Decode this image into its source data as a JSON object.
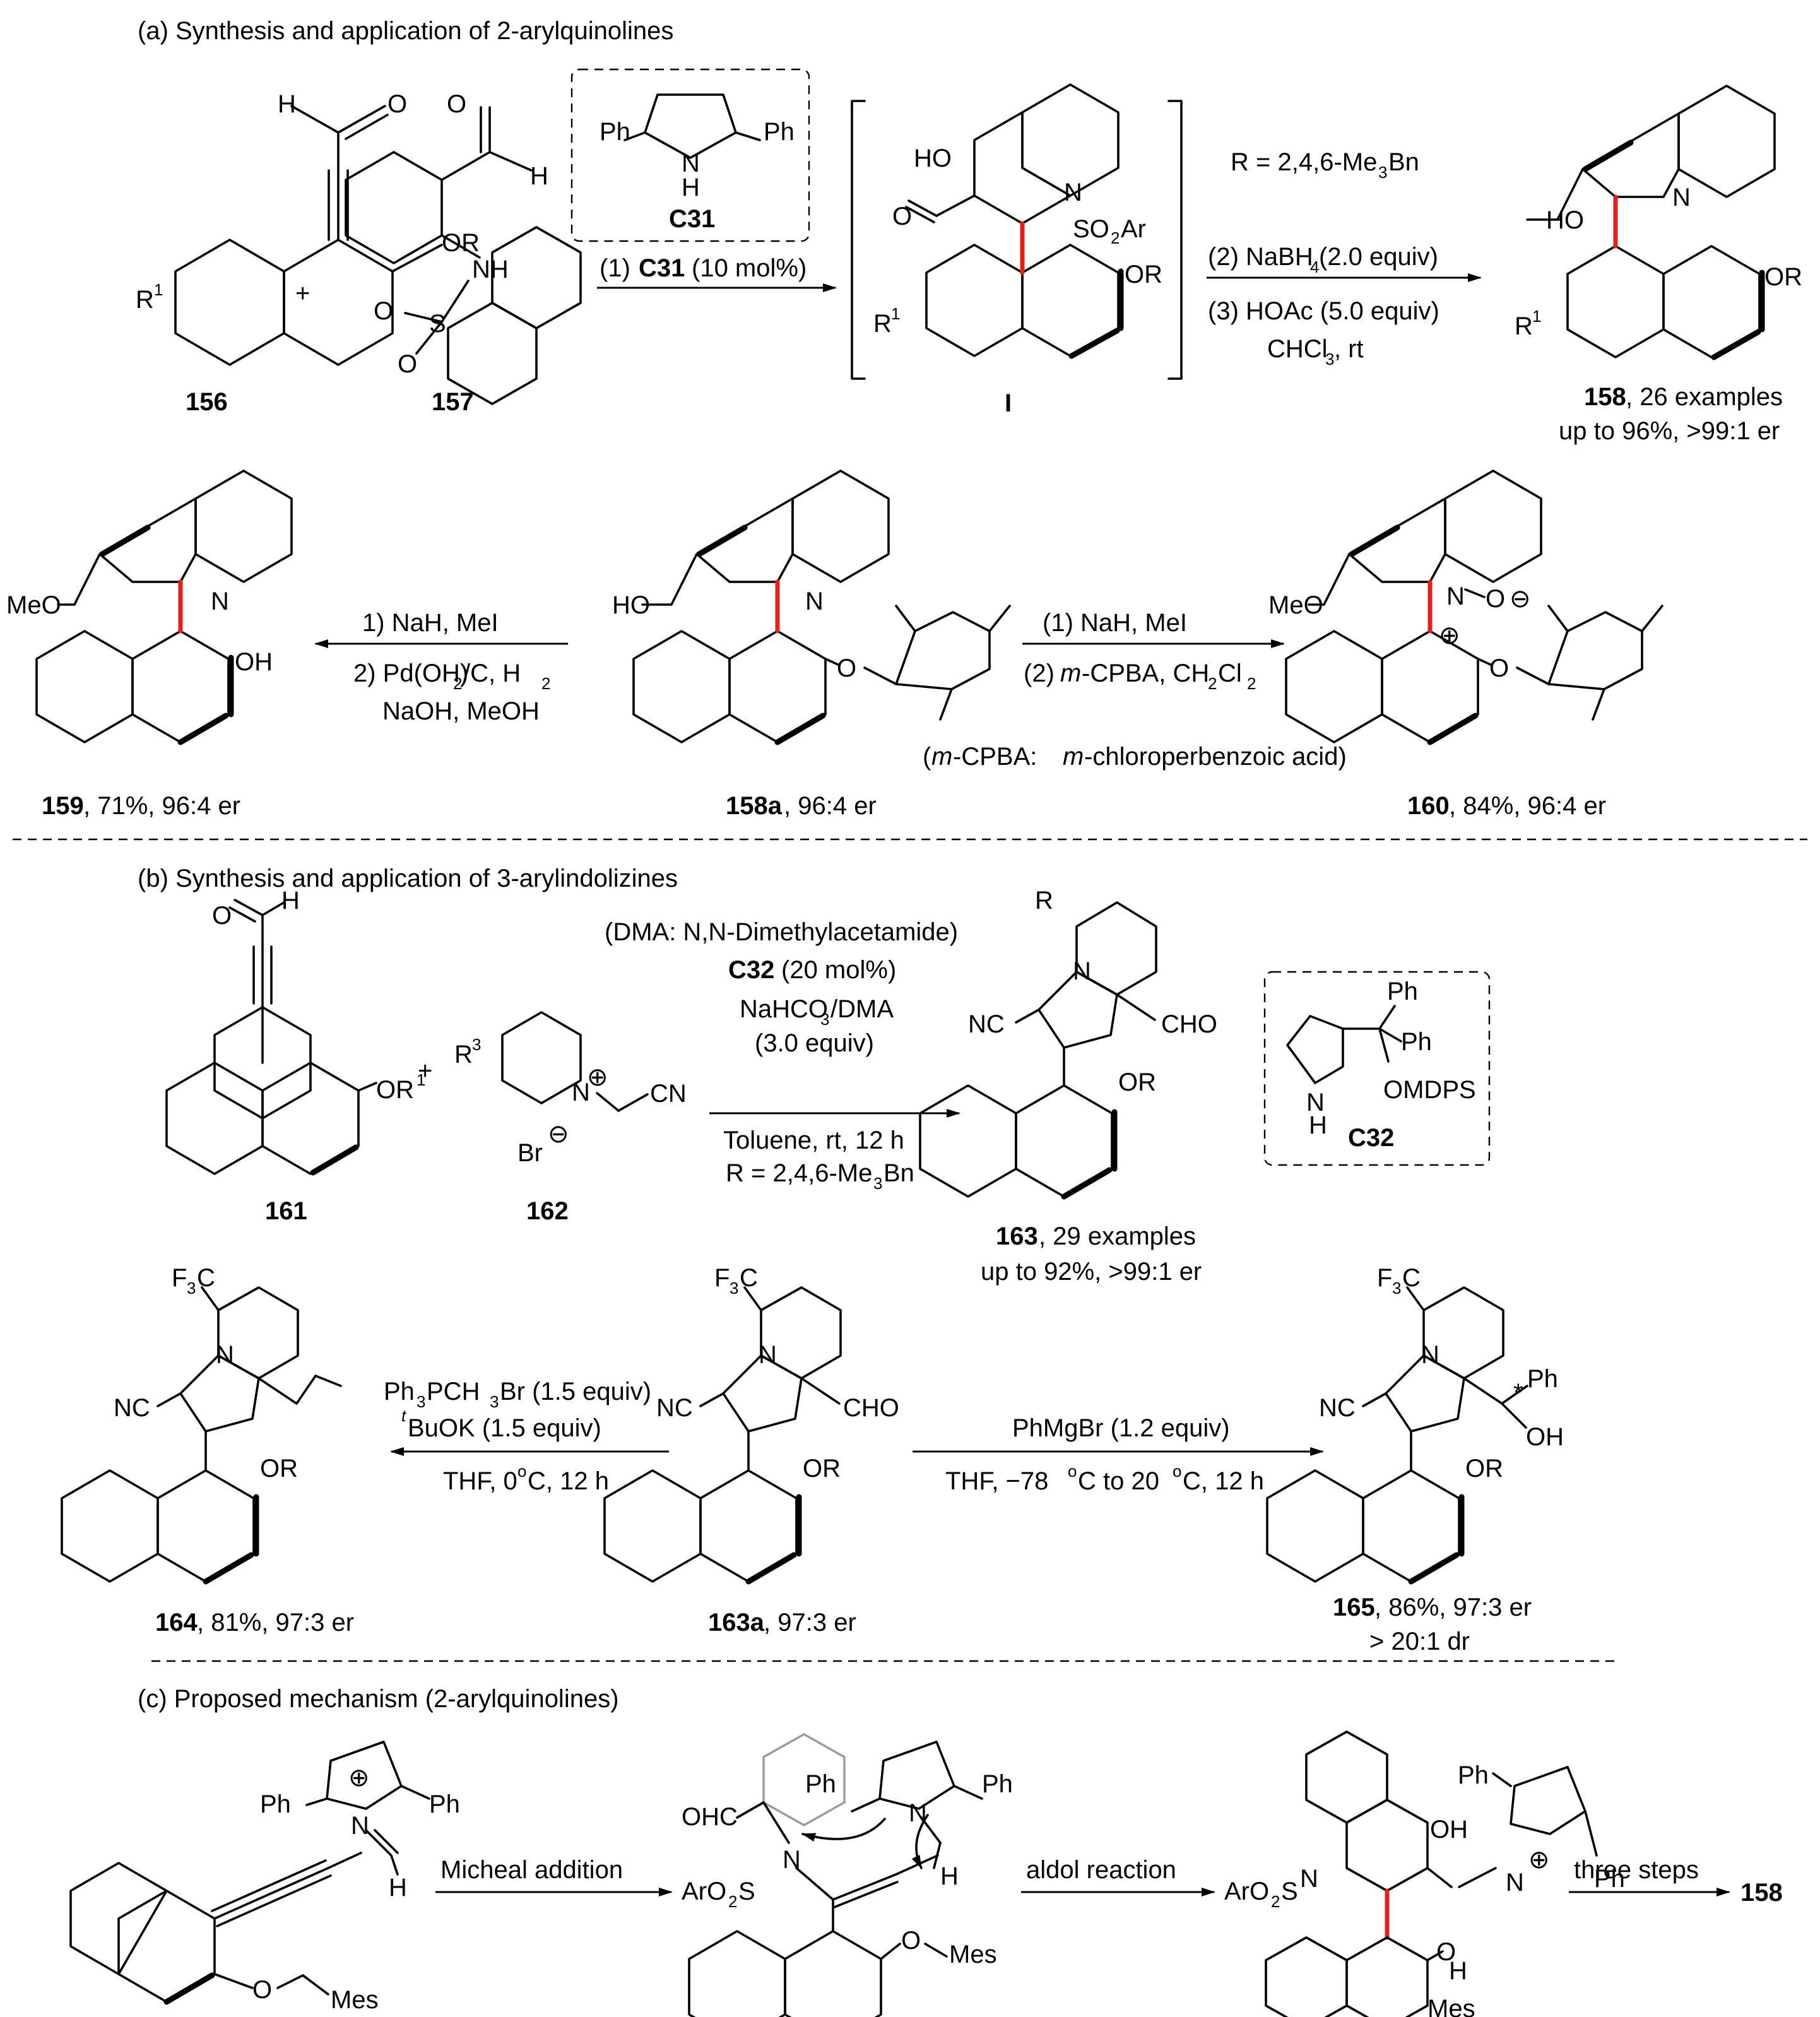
{
  "sections": {
    "a": "(a) Synthesis and application of 2-arylquinolines",
    "b": "(b) Synthesis and application of 3-arylindolizines",
    "c": "(c) Proposed mechanism (2-arylquinolines)"
  },
  "a": {
    "cmpd156": "156",
    "cmpd157": "157",
    "catalyst": "C31",
    "intermediate": "I",
    "step1_num": "(1)",
    "step1_cat": "C31",
    "step1_load": "(10 mol%)",
    "r_def": "R = 2,4,6-Me",
    "r_def_sub": "3",
    "r_def_end": "Bn",
    "step2": "(2) NaBH",
    "step2_sub": "4",
    "step2_end": " (2.0 equiv)",
    "step3": "(3) HOAc (5.0 equiv)",
    "step3b": "CHCl",
    "step3b_sub": "3",
    "step3b_end": ", rt",
    "p158": "158",
    "p158_text": ", 26 examples",
    "p158_yield": "up to 96%, >99:1 er",
    "left_r1": "1) NaH, MeI",
    "left_r2": "2) Pd(OH)",
    "left_r2_sub": "2",
    "left_r2_end": "/C, H",
    "left_r2_sub2": "2",
    "left_r3": "NaOH, MeOH",
    "right_r1": "(1) NaH, MeI",
    "right_r2a": "(2) ",
    "right_r2_it": "m",
    "right_r2b": "-CPBA, CH",
    "right_r2_sub": "2",
    "right_r2c": "Cl",
    "right_r2_sub2": "2",
    "mcpba_note_a": "(",
    "mcpba_it1": "m",
    "mcpba_note_b": "-CPBA: ",
    "mcpba_it2": "m",
    "mcpba_note_c": "-chloroperbenzoic acid)",
    "p159": "159",
    "p159_text": ", 71%, 96:4 er",
    "p158a": "158a",
    "p158a_text": ", 96:4 er",
    "p160": "160",
    "p160_text": ", 84%, 96:4 er"
  },
  "b": {
    "cmpd161": "161",
    "cmpd162": "162",
    "dma_note": "(DMA: N,N-Dimethylacetamide)",
    "cat": "C32",
    "cat_load": " (20 mol%)",
    "base": "NaHCO",
    "base_sub": "3",
    "base_end": "/DMA",
    "base_equiv": "(3.0 equiv)",
    "solvent": "Toluene, rt, 12 h",
    "r_def": "R = 2,4,6-Me",
    "r_def_sub": "3",
    "r_def_end": "Bn",
    "p163": "163",
    "p163_text": ", 29 examples",
    "p163_yield": "up to 92%, >99:1 er",
    "cat_label": "C32",
    "wittig_a": "Ph",
    "wittig_sub1": "3",
    "wittig_b": "PCH",
    "wittig_sub2": "3",
    "wittig_c": "Br (1.5 equiv)",
    "tbuok_sup": "t",
    "tbuok": "BuOK (1.5 equiv)",
    "thf_a": "THF, 0 ",
    "thf_sup": "o",
    "thf_b": "C, 12 h",
    "grignard": "PhMgBr (1.2 equiv)",
    "grig_cond_a": "THF, −78 ",
    "grig_sup1": "o",
    "grig_cond_b": "C to 20 ",
    "grig_sup2": "o",
    "grig_cond_c": "C, 12 h",
    "p164": "164",
    "p164_text": ", 81%, 97:3 er",
    "p163a": "163a",
    "p163a_text": ", 97:3 er",
    "p165": "165",
    "p165_text": ", 86%, 97:3 er",
    "p165_dr": "> 20:1 dr"
  },
  "c": {
    "step1": "Micheal addition",
    "step2": "aldol reaction",
    "step3": "three steps",
    "product": "158"
  },
  "labels": {
    "H": "H",
    "O": "O",
    "OR": "OR",
    "N": "N",
    "NH": "NH",
    "S": "S",
    "Ph": "Ph",
    "HO": "HO",
    "OH": "OH",
    "MeO": "MeO",
    "R1": "R",
    "sup1": "1",
    "SO2Ar": "SO",
    "sub2": "2",
    "Ar": "Ar",
    "CN": "CN",
    "NC": "NC",
    "CHO": "CHO",
    "OHC": "OHC",
    "Br": "Br",
    "R3": "R",
    "sup3": "3",
    "R": "R",
    "F3C_a": "F",
    "F3C_sub": "3",
    "F3C_b": "C",
    "OMDPS": "OMDPS",
    "Mes": "Mes",
    "ArO2S_a": "ArO",
    "ArO2S_b": "S",
    "plus": "+",
    "plus_sign": "⊕",
    "minus_sign": "⊖",
    "star": "*",
    "OR1_a": "OR"
  }
}
